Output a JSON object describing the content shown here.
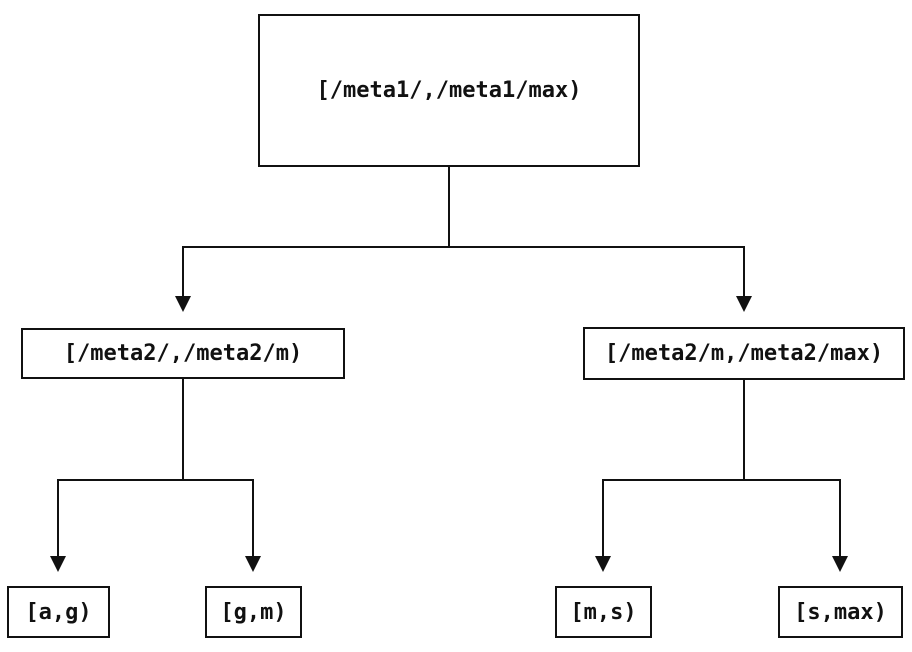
{
  "diagram": {
    "type": "binary-tree",
    "background_color": "#ffffff",
    "line_color": "#111111",
    "text_color": "#111111",
    "nodes": {
      "root": {
        "label": "[/meta1/,/meta1/max)",
        "level": 0
      },
      "meta2_low": {
        "label": "[/meta2/,/meta2/m)",
        "level": 1,
        "parent": "root"
      },
      "meta2_high": {
        "label": "[/meta2/m,/meta2/max)",
        "level": 1,
        "parent": "root"
      },
      "range_ag": {
        "label": "[a,g)",
        "level": 2,
        "parent": "meta2_low"
      },
      "range_gm": {
        "label": "[g,m)",
        "level": 2,
        "parent": "meta2_low"
      },
      "range_ms": {
        "label": "[m,s)",
        "level": 2,
        "parent": "meta2_high"
      },
      "range_smax": {
        "label": "[s,max)",
        "level": 2,
        "parent": "meta2_high"
      }
    },
    "edges": [
      {
        "from": "root",
        "to": "meta2_low",
        "arrow": "down"
      },
      {
        "from": "root",
        "to": "meta2_high",
        "arrow": "down"
      },
      {
        "from": "meta2_low",
        "to": "range_ag",
        "arrow": "down"
      },
      {
        "from": "meta2_low",
        "to": "range_gm",
        "arrow": "down"
      },
      {
        "from": "meta2_high",
        "to": "range_ms",
        "arrow": "down"
      },
      {
        "from": "meta2_high",
        "to": "range_smax",
        "arrow": "down"
      }
    ]
  }
}
